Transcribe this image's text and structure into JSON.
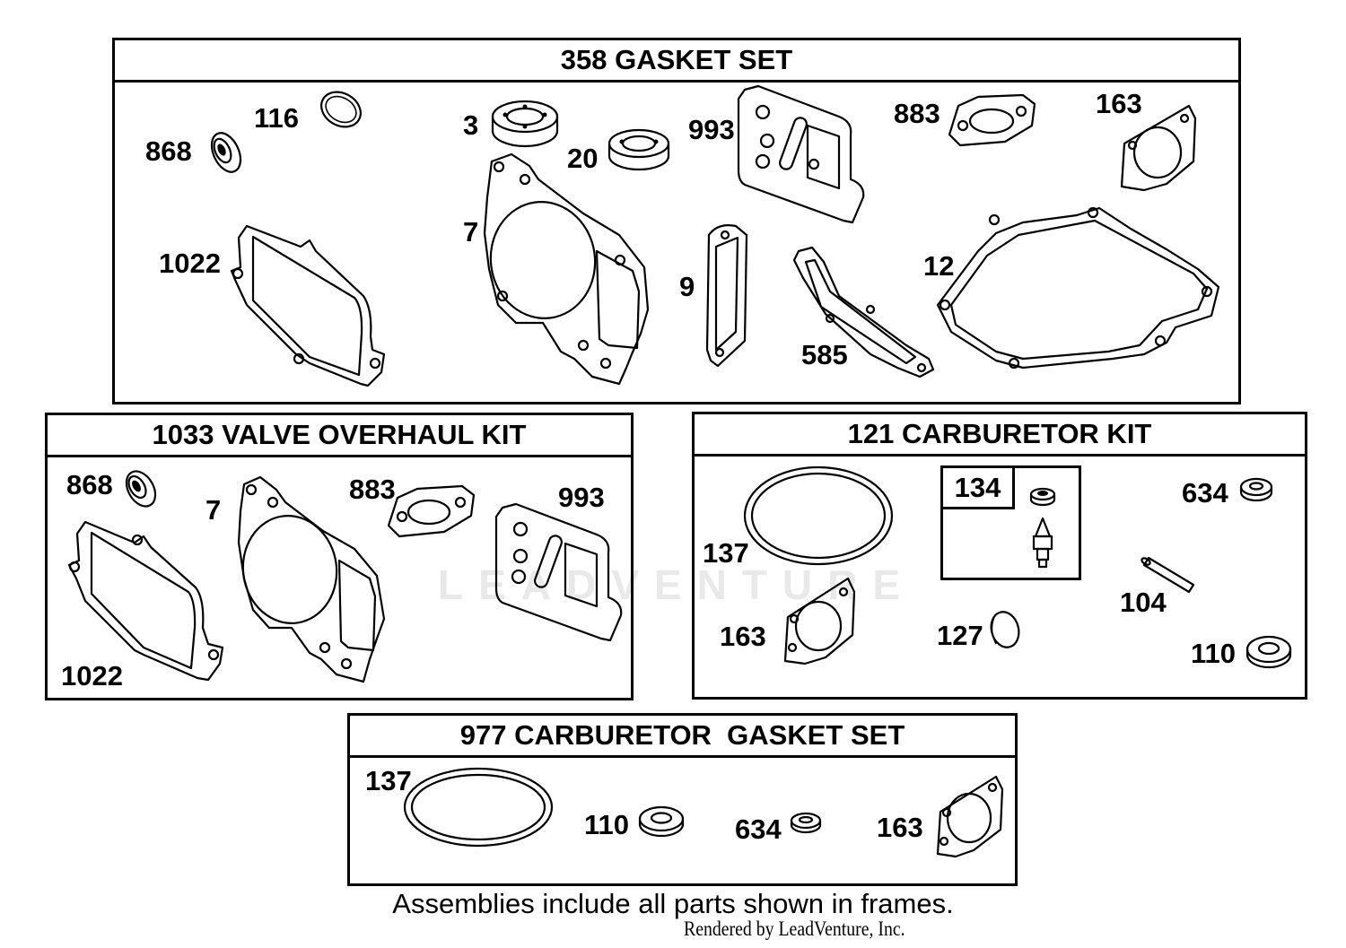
{
  "frames": {
    "gasket_set": "358 GASKET SET",
    "valve_kit": "1033 VALVE OVERHAUL KIT",
    "carb_kit": "121 CARBURETOR KIT",
    "carb_gasket_set": "977 CARBURETOR  GASKET SET",
    "carb_kit_subframe": "134"
  },
  "labels": {
    "gasket_set": [
      "116",
      "868",
      "3",
      "20",
      "993",
      "883",
      "163",
      "1022",
      "7",
      "9",
      "585",
      "12"
    ],
    "valve_kit": [
      "868",
      "7",
      "883",
      "993",
      "1022"
    ],
    "carb_kit": [
      "137",
      "634",
      "104",
      "163",
      "127",
      "110"
    ],
    "carb_gasket_set": [
      "137",
      "110",
      "634",
      "163"
    ]
  },
  "footer": {
    "note": "Assemblies include all parts shown in frames.",
    "credit": "Rendered by LeadVenture, Inc."
  },
  "watermark": "LEADVENTURE"
}
